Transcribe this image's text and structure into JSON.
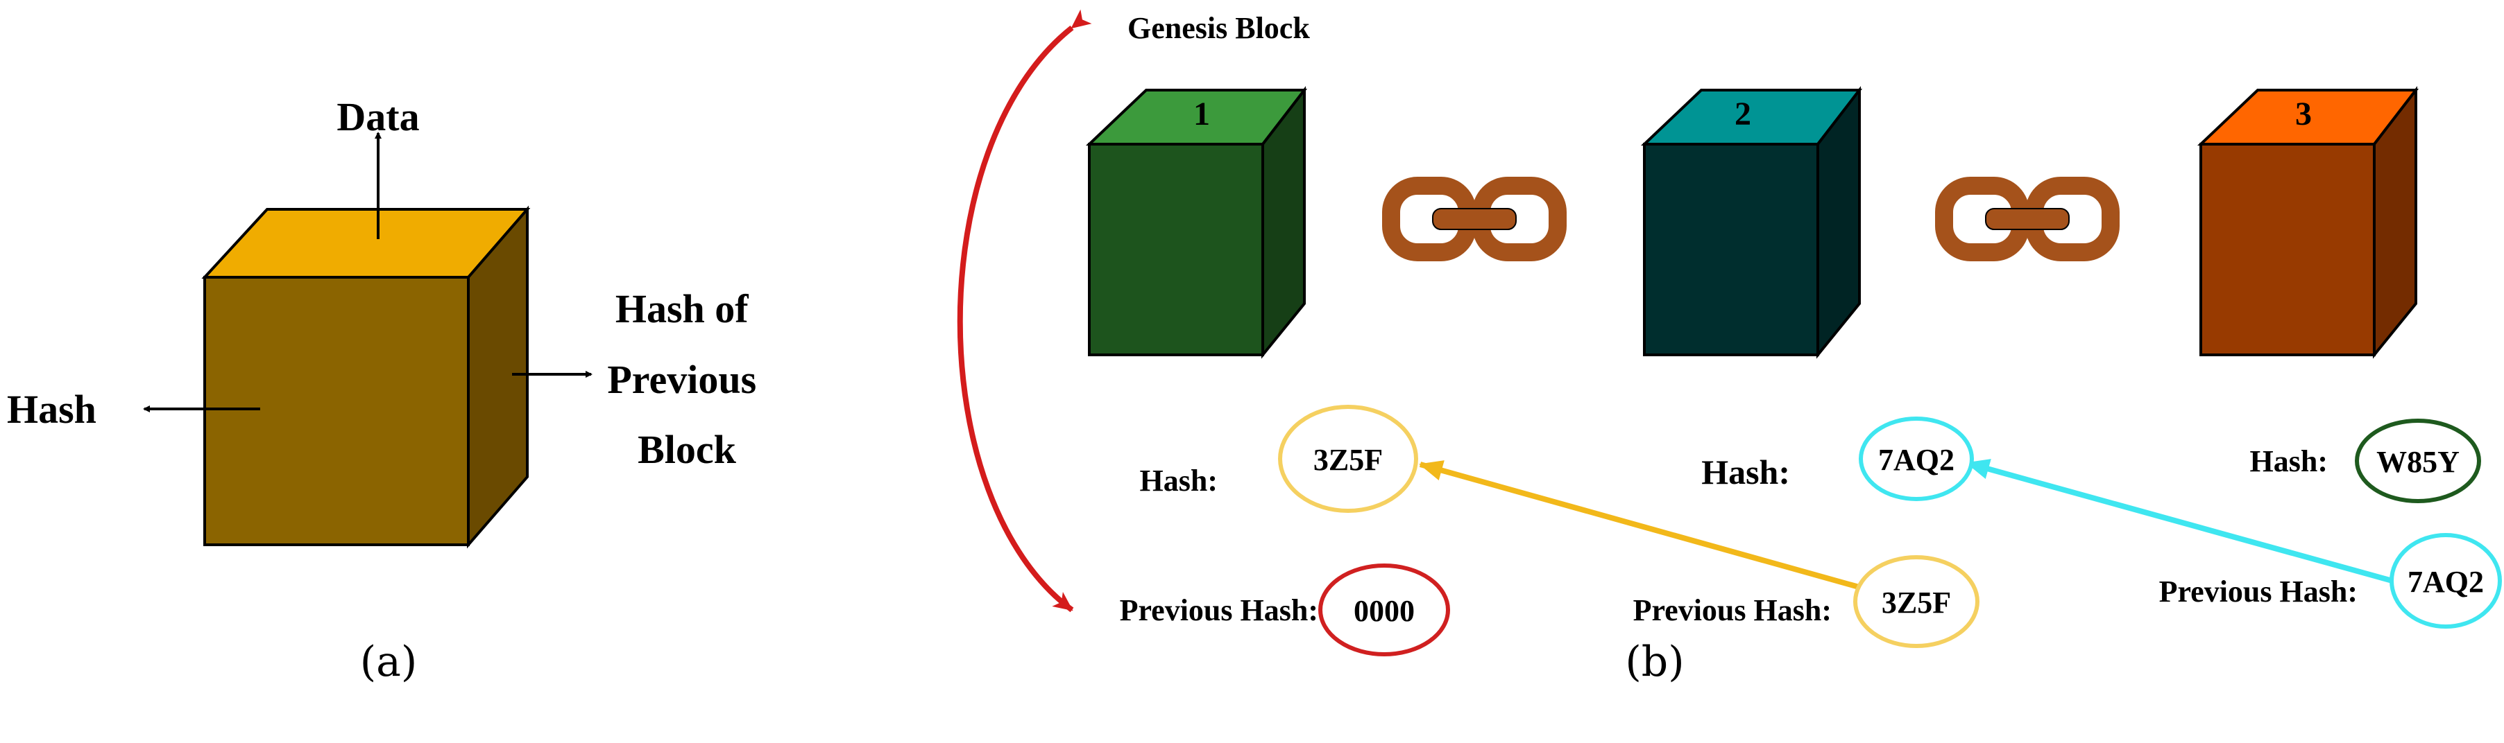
{
  "panel_a": {
    "data_label": "Data",
    "hash_label": "Hash",
    "prev_hash_label_lines": [
      "Hash of",
      "Previous",
      "Block"
    ],
    "caption": "(a)",
    "colors": {
      "front": "#8B6400",
      "top": "#F0AC00",
      "side": "#6A4A00"
    }
  },
  "panel_b": {
    "genesis_label": "Genesis Block",
    "caption": "(b)",
    "blocks": [
      {
        "number": "1",
        "colors": {
          "front": "#1D541D",
          "top": "#3C9A3C",
          "side": "#163F16"
        }
      },
      {
        "number": "2",
        "colors": {
          "front": "#002E2E",
          "top": "#009494",
          "side": "#002424"
        }
      },
      {
        "number": "3",
        "colors": {
          "front": "#983A00",
          "top": "#FF6600",
          "side": "#742C00"
        }
      }
    ],
    "hash_label": "Hash:",
    "previous_hash_label": "Previous Hash:",
    "hashes": [
      {
        "value": "3Z5F",
        "color": "#F5D060"
      },
      {
        "value": "7AQ2",
        "color": "#3FE6F0"
      },
      {
        "value": "W85Y",
        "color": "#1E5A1E"
      }
    ],
    "previous_hashes": [
      {
        "value": "0000",
        "color": "#D02020"
      },
      {
        "value": "3Z5F",
        "color": "#F5D060"
      },
      {
        "value": "7AQ2",
        "color": "#3FE6F0"
      }
    ],
    "colors": {
      "chain": "#A5521B",
      "genesis_arrow": "#D41C1C",
      "link_arrow_1": "#F2B81A",
      "link_arrow_2": "#3FE6F0"
    }
  }
}
